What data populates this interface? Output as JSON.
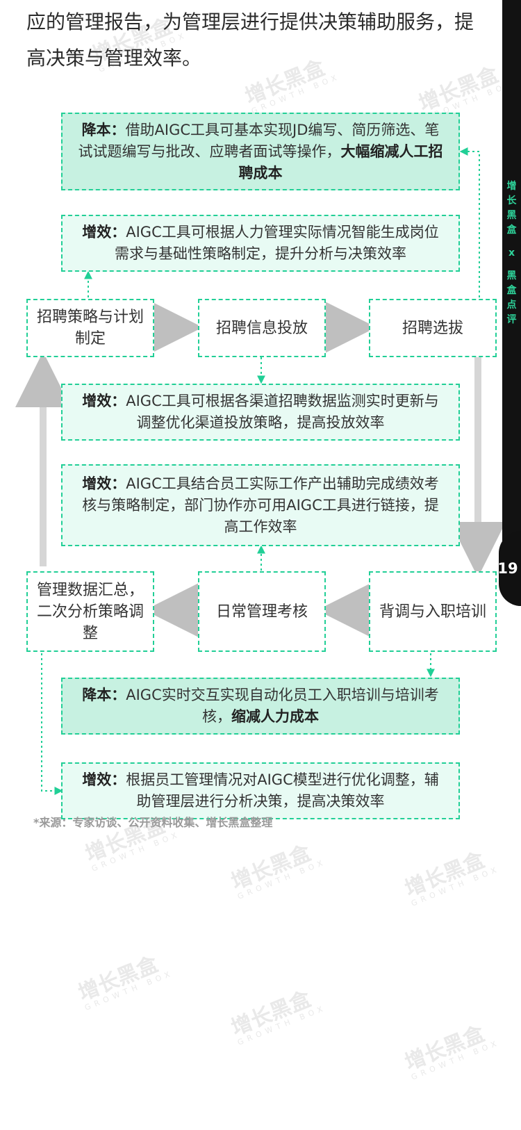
{
  "intro": "应的管理报告，为管理层进行提供决策辅助服务，提高决策与管理效率。",
  "side_tab": {
    "brand": [
      "增",
      "长",
      "黑",
      "盒"
    ],
    "separator": "x",
    "column": [
      "黑",
      "盒",
      "点",
      "评"
    ]
  },
  "page_number": "19",
  "nodes": {
    "strategy": "招聘策略与计划制定",
    "post": "招聘信息投放",
    "select": "招聘选拔",
    "onboard": "背调与入职培训",
    "daily": "日常管理考核",
    "summary": "管理数据汇总，二次分析策略调整"
  },
  "annotations": {
    "reduce_recruit": {
      "lead": "降本：",
      "text": "借助AIGC工具可基本实现JD编写、简历筛选、笔试试题编写与批改、应聘者面试等操作，",
      "strong": "大幅缩减人工招聘成本"
    },
    "eff_strategy": {
      "lead": "增效：",
      "text": "AIGC工具可根据人力管理实际情况智能生成岗位需求与基础性策略制定，提升分析与决策效率"
    },
    "eff_channel": {
      "lead": "增效：",
      "text": "AIGC工具可根据各渠道招聘数据监测实时更新与调整优化渠道投放策略，提高投放效率"
    },
    "eff_perf": {
      "lead": "增效：",
      "text": "AIGC工具结合员工实际工作产出辅助完成绩效考核与策略制定，部门协作亦可用AIGC工具进行链接，提高工作效率"
    },
    "reduce_onboard": {
      "lead": "降本：",
      "text": "AIGC实时交互实现自动化员工入职培训与培训考核，",
      "strong": "缩减人力成本"
    },
    "eff_decision": {
      "lead": "增效：",
      "text": "根据员工管理情况对AIGC模型进行优化调整，辅助管理层进行分析决策，提高决策效率"
    }
  },
  "footnote": "*来源：专家访谈、公开资料收集、增长黑盒整理",
  "watermark": {
    "cn": "增长黑盒",
    "en": "GROWTH BOX"
  },
  "colors": {
    "accent": "#21cf96",
    "annotation_fill": "#e8fbf4",
    "cost_fill": "#c7f1e1",
    "arrow": "#d6d6d6",
    "tab": "#121212"
  }
}
